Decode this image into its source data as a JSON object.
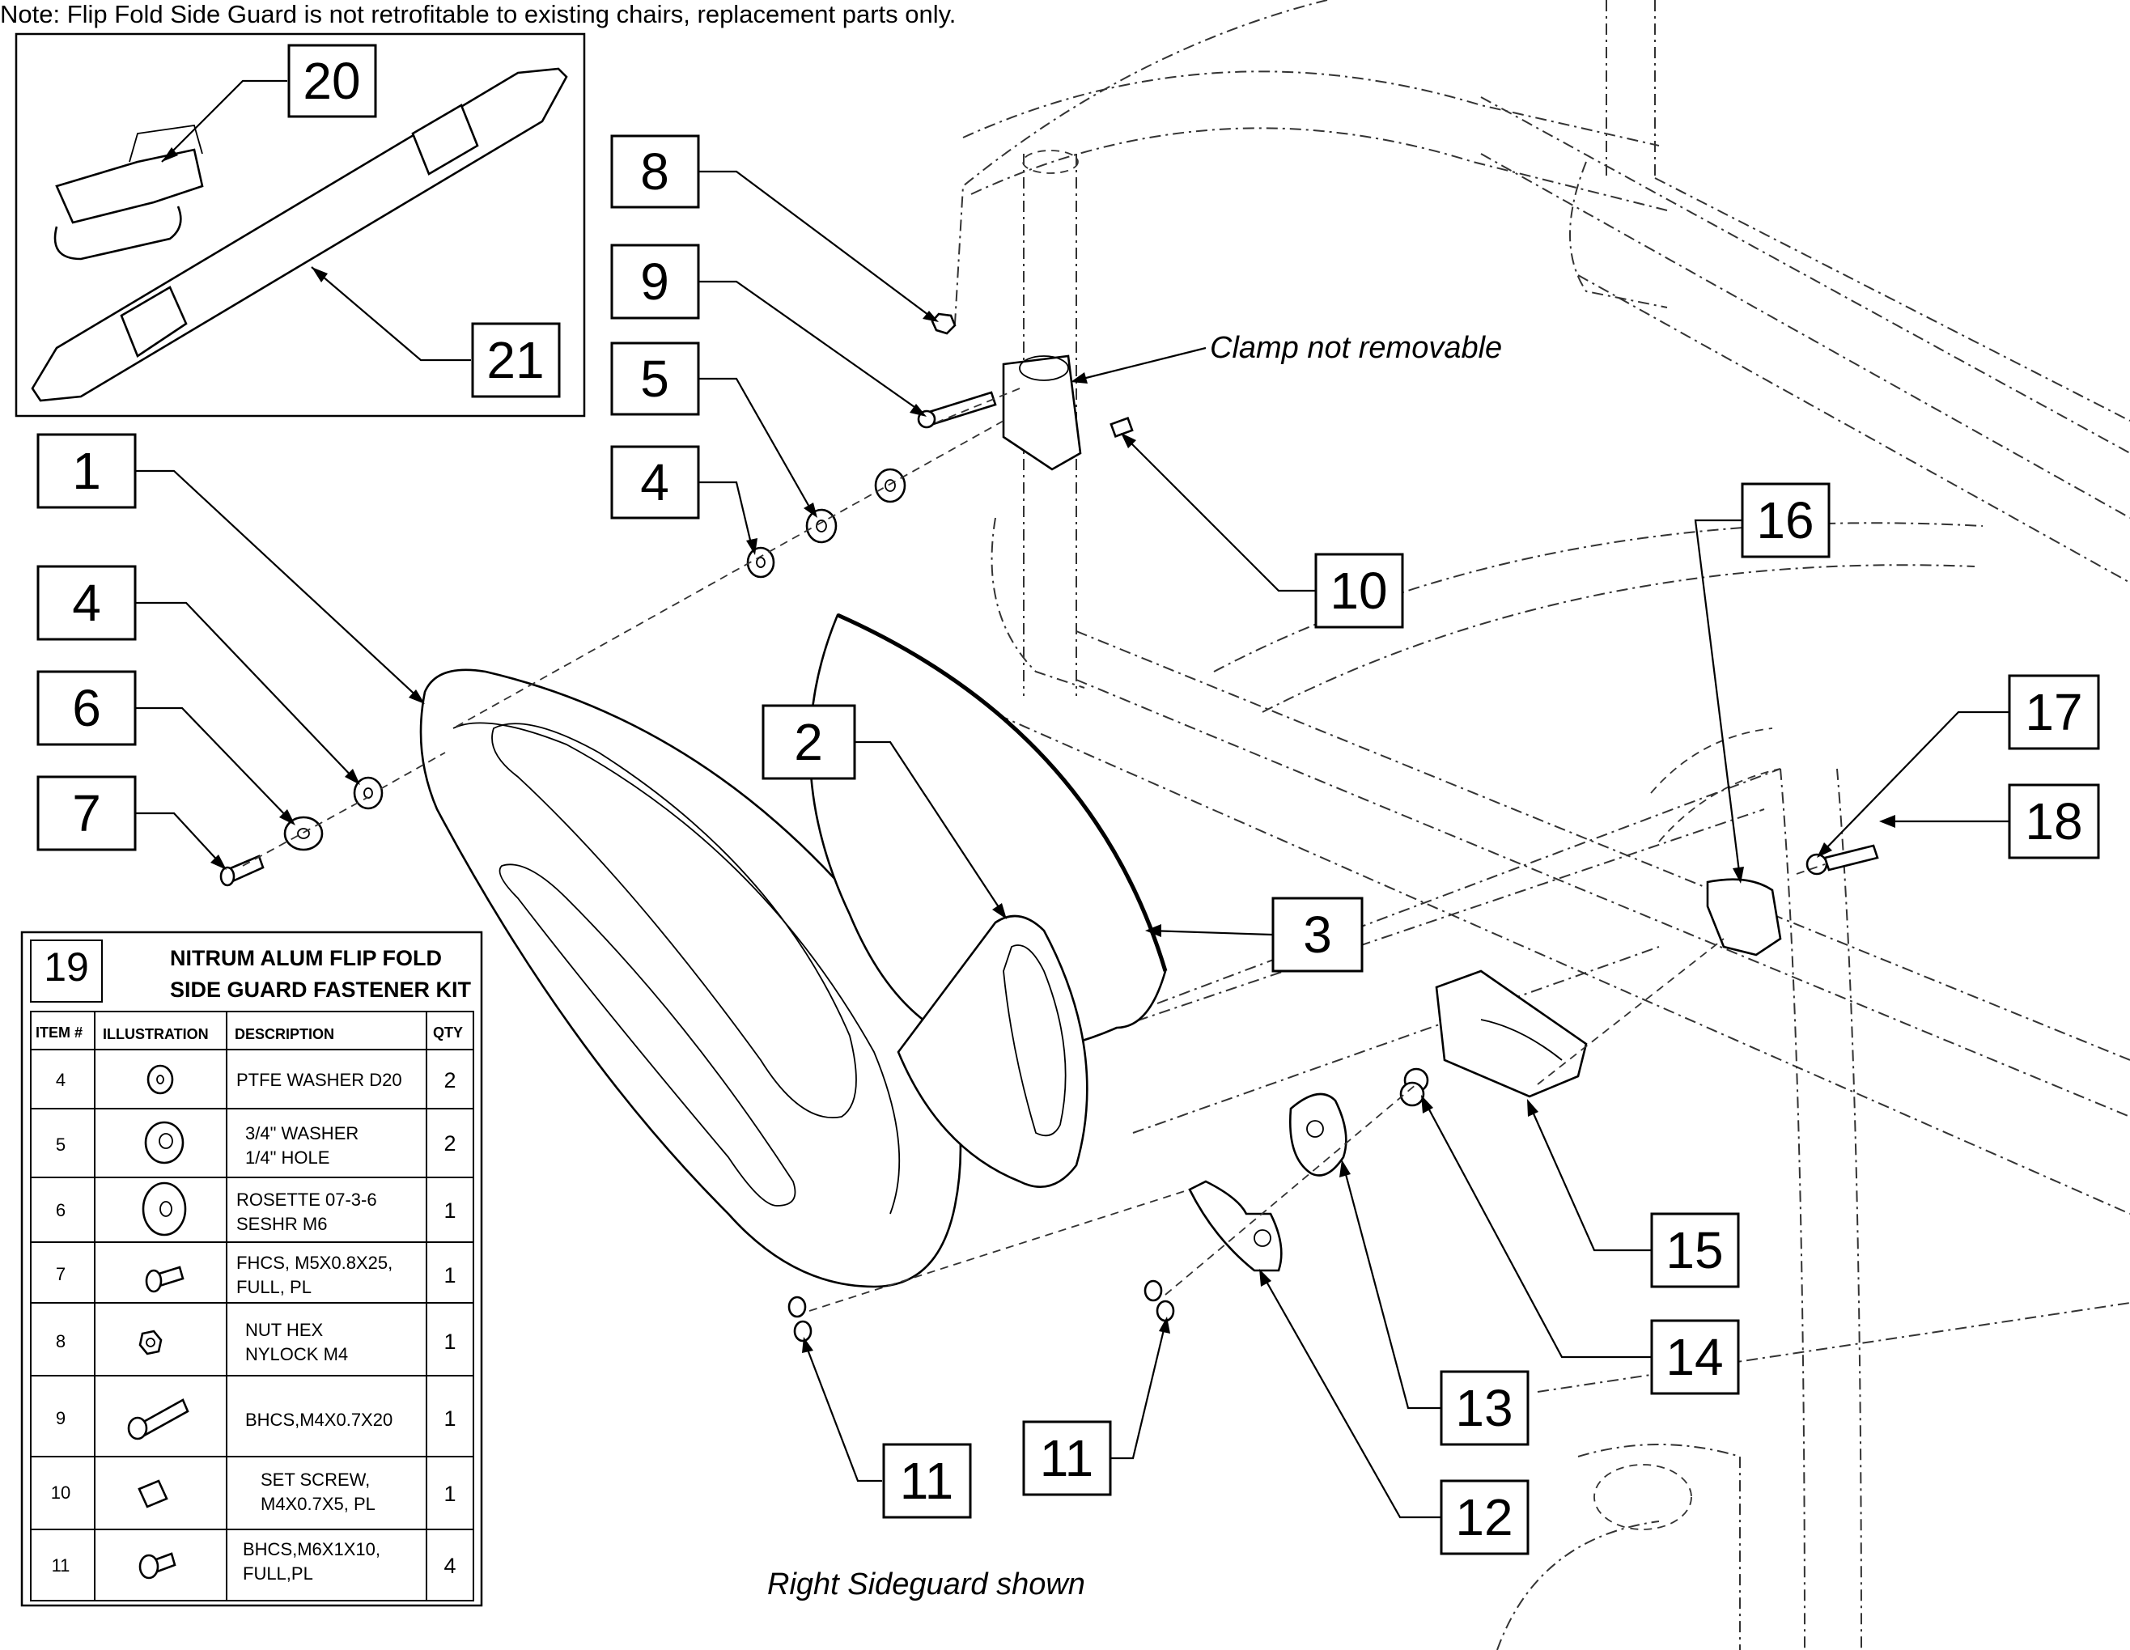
{
  "note": "Note: Flip Fold Side Guard is not retrofitable to existing chairs, replacement parts only.",
  "labels": {
    "clamp": "Clamp not removable",
    "shown": "Right Sideguard shown"
  },
  "callouts": [
    "20",
    "21",
    "8",
    "9",
    "5",
    "4",
    "1",
    "4",
    "6",
    "7",
    "2",
    "3",
    "16",
    "10",
    "17",
    "18",
    "15",
    "14",
    "13",
    "12",
    "11",
    "11"
  ],
  "kit": {
    "number": "19",
    "title_line1": "NITRUM ALUM FLIP FOLD",
    "title_line2": "SIDE GUARD FASTENER KIT",
    "headers": [
      "ITEM #",
      "ILLUSTRATION",
      "DESCRIPTION",
      "QTY"
    ],
    "rows": [
      {
        "item": "4",
        "desc1": "PTFE WASHER D20",
        "desc2": "",
        "qty": "2",
        "icon": "washer-icon"
      },
      {
        "item": "5",
        "desc1": "3/4\" WASHER",
        "desc2": "1/4\" HOLE",
        "qty": "2",
        "icon": "washer-icon"
      },
      {
        "item": "6",
        "desc1": "ROSETTE 07-3-6",
        "desc2": "SESHR M6",
        "qty": "1",
        "icon": "rosette-icon"
      },
      {
        "item": "7",
        "desc1": "FHCS, M5X0.8X25,",
        "desc2": "FULL, PL",
        "qty": "1",
        "icon": "screw-icon"
      },
      {
        "item": "8",
        "desc1": "NUT HEX",
        "desc2": "NYLOCK M4",
        "qty": "1",
        "icon": "nut-icon"
      },
      {
        "item": "9",
        "desc1": "BHCS,M4X0.7X20",
        "desc2": "",
        "qty": "1",
        "icon": "bolt-icon"
      },
      {
        "item": "10",
        "desc1": "SET SCREW,",
        "desc2": "M4X0.7X5, PL",
        "qty": "1",
        "icon": "set-screw-icon"
      },
      {
        "item": "11",
        "desc1": "BHCS,M6X1X10,",
        "desc2": "FULL,PL",
        "qty": "4",
        "icon": "screw-icon"
      }
    ]
  }
}
